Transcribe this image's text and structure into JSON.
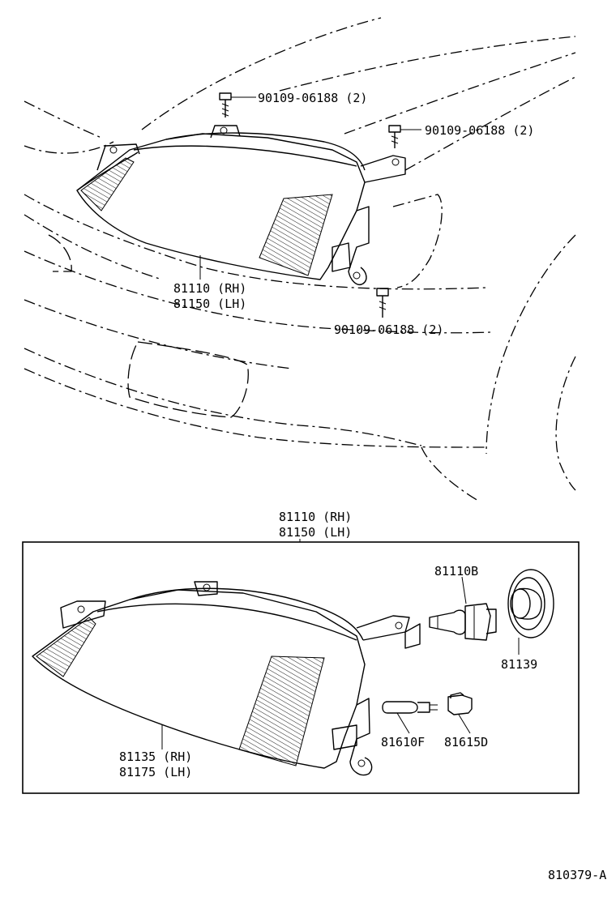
{
  "labels": {
    "bolt_top_left": "90109-06188 (2)",
    "bolt_top_right": "90109-06188 (2)",
    "bolt_mid": "90109-06188 (2)",
    "assy_top_rh": "81110 (RH)",
    "assy_top_lh": "81150 (LH)",
    "assy_detail_rh": "81110 (RH)",
    "assy_detail_lh": "81150 (LH)",
    "bulb_halogen": "81110B",
    "socket_cover": "81139",
    "wedge_bulb": "81610F",
    "bulb_socket": "81615D",
    "lens_rh": "81135 (RH)",
    "lens_lh": "81175 (LH)",
    "figure_id": "810379-A"
  }
}
